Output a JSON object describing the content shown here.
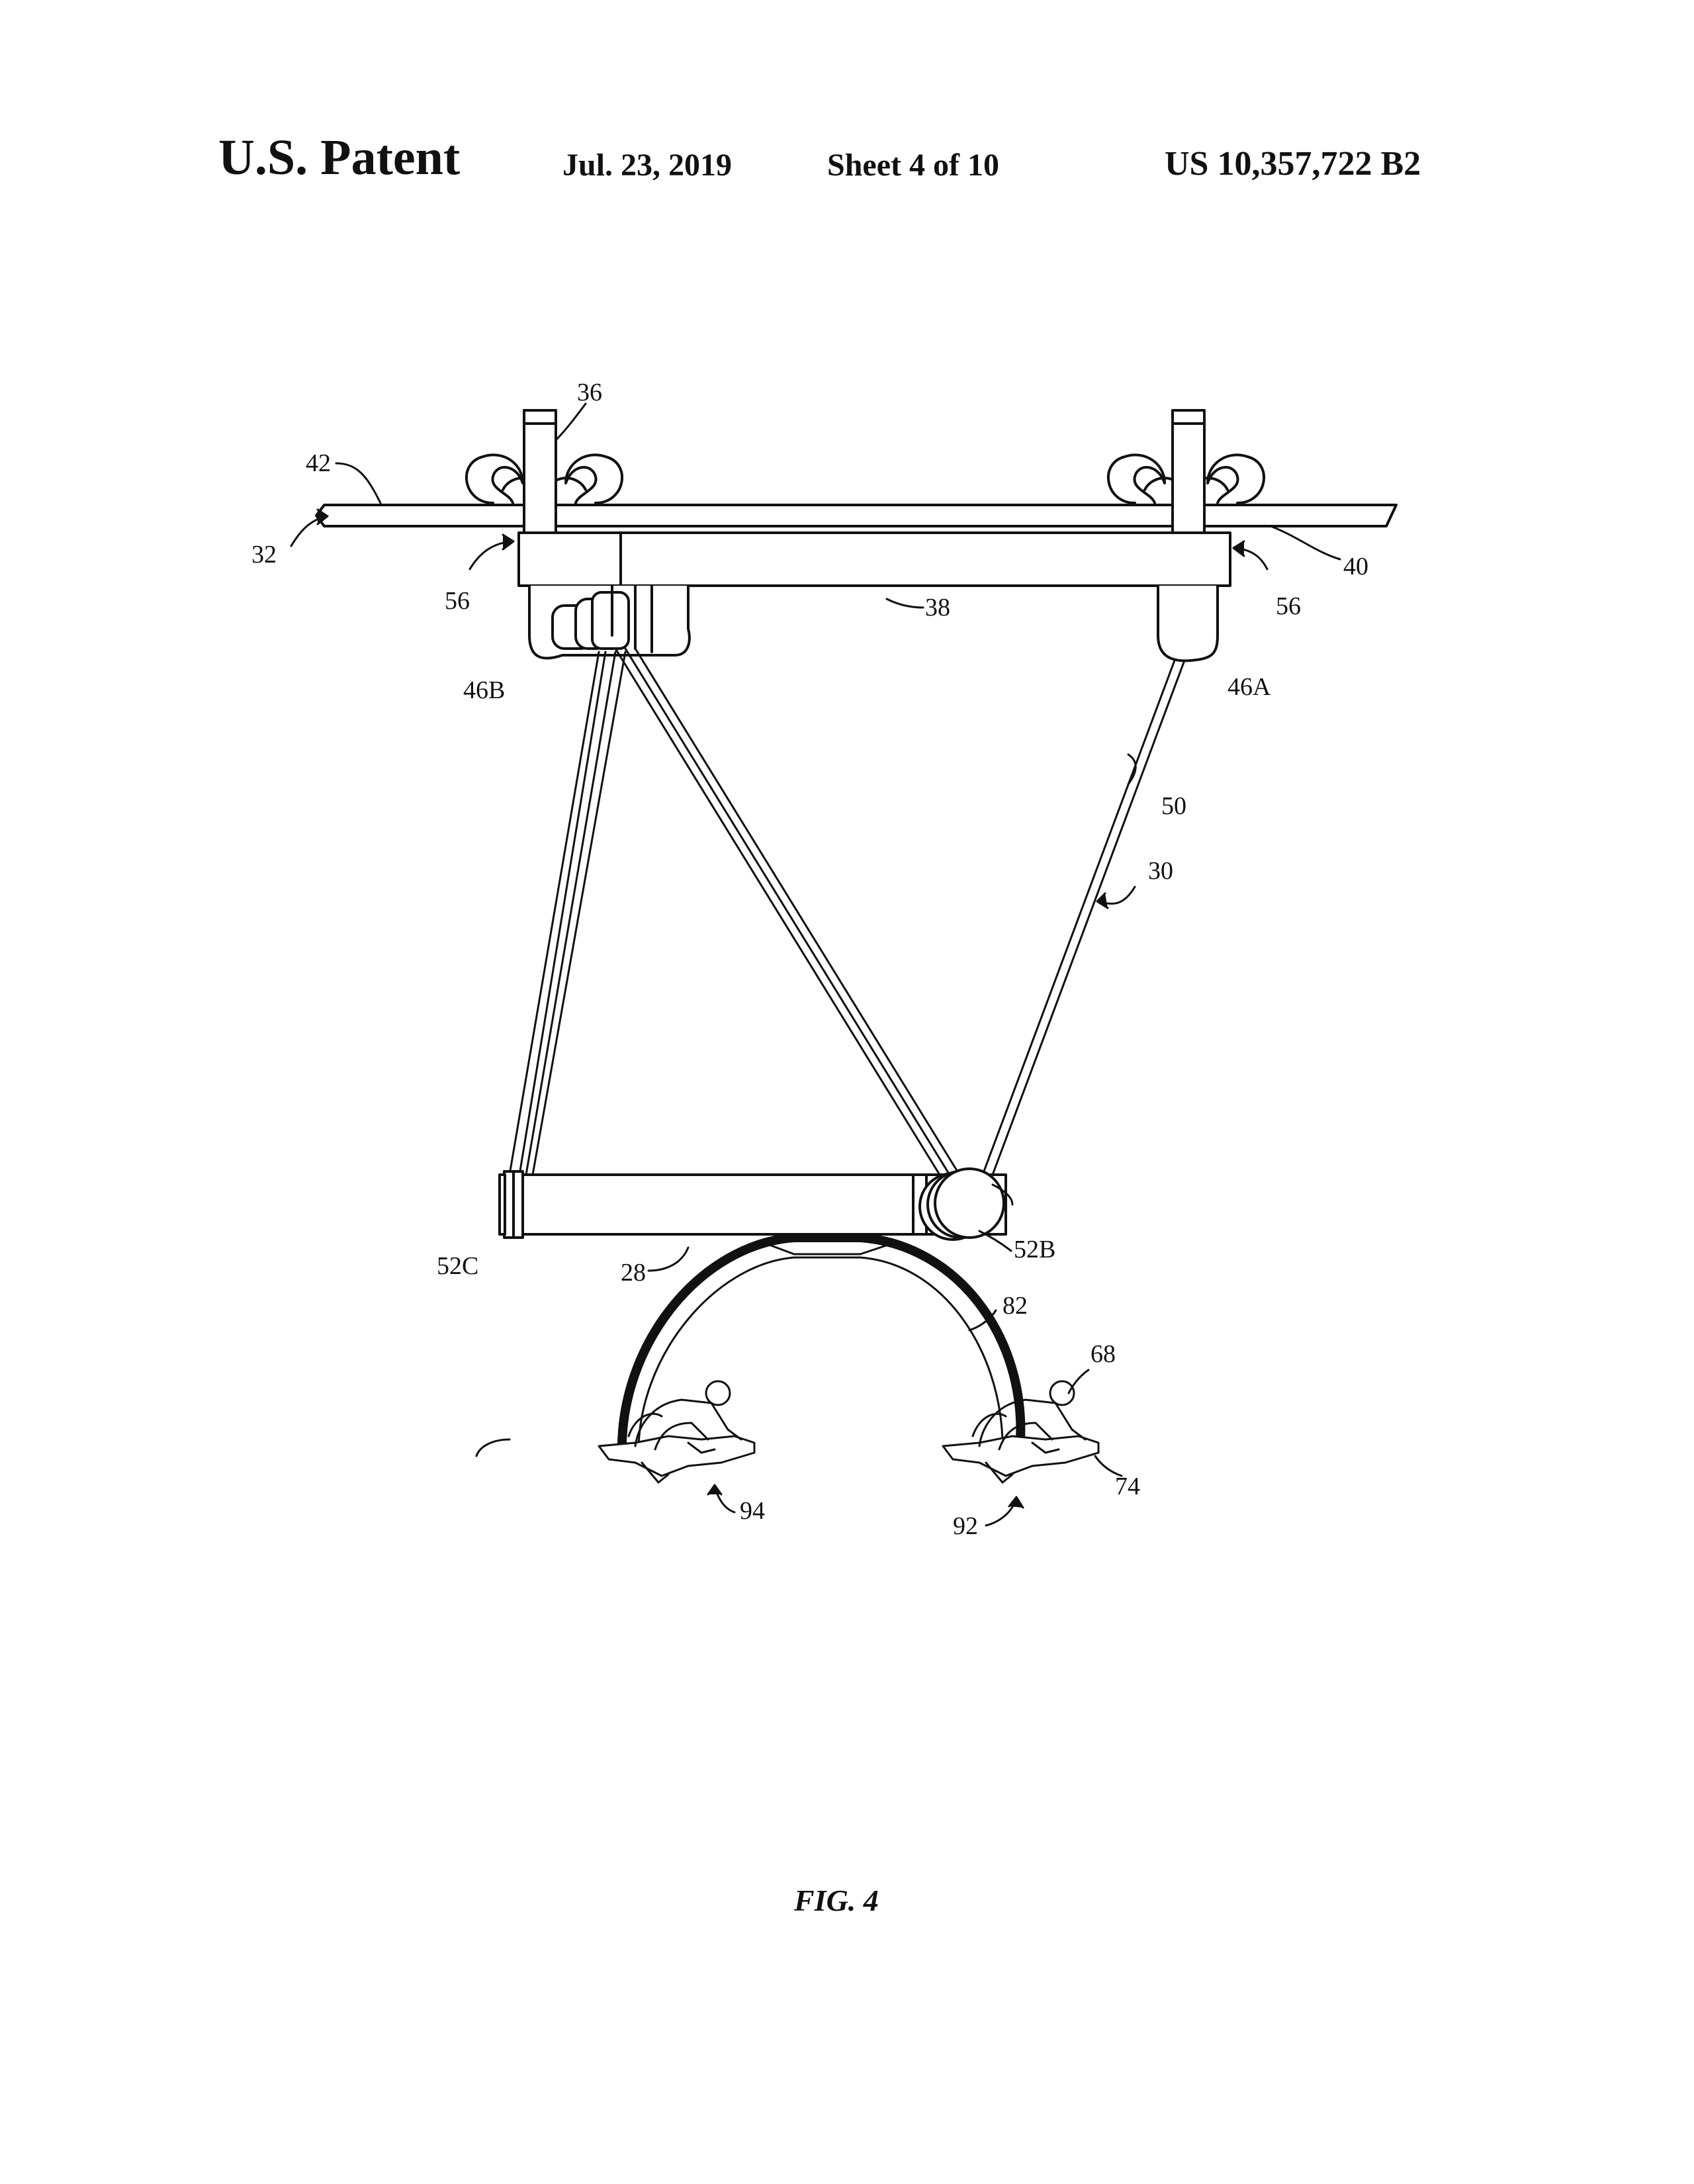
{
  "header": {
    "title": "U.S. Patent",
    "date": "Jul. 23, 2019",
    "sheet": "Sheet 4 of 10",
    "patent_number": "US 10,357,722 B2"
  },
  "figure_caption": "FIG. 4",
  "reference_labels": {
    "r36": "36",
    "r42": "42",
    "r32": "32",
    "r40": "40",
    "r56_left": "56",
    "r56_right": "56",
    "r38": "38",
    "r46B": "46B",
    "r46A": "46A",
    "r50": "50",
    "r30": "30",
    "r52C": "52C",
    "r28": "28",
    "r52B": "52B",
    "r82": "82",
    "r68": "68",
    "r74": "74",
    "r94": "94",
    "r92": "92"
  }
}
